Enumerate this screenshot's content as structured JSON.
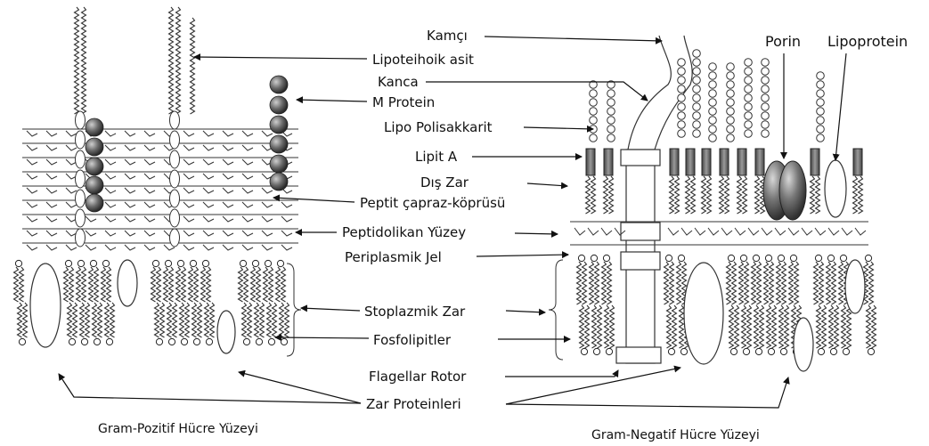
{
  "labels": {
    "kamci": "Kamçı",
    "lipoteihoik": "Lipoteihoik asit",
    "kanca": "Kanca",
    "m_protein": "M Protein",
    "lipo_polisakkarit": "Lipo Polisakkarit",
    "lipit_a": "Lipit A",
    "dis_zar": "Dış Zar",
    "peptit": "Peptit çapraz-köprüsü",
    "peptidolikan": "Peptidolikan Yüzey",
    "periplasmik": "Periplasmik Jel",
    "stoplazmik": "Stoplazmik Zar",
    "fosfolipitler": "Fosfolipitler",
    "flagellar": "Flagellar Rotor",
    "zar_proteinleri": "Zar Proteinleri",
    "porin": "Porin",
    "lipoprotein": "Lipoprotein"
  },
  "captions": {
    "gram_pozitif": "Gram-Pozitif Hücre Yüzeyi",
    "gram_negatif": "Gram-Negatif Hücre Yüzeyi"
  }
}
